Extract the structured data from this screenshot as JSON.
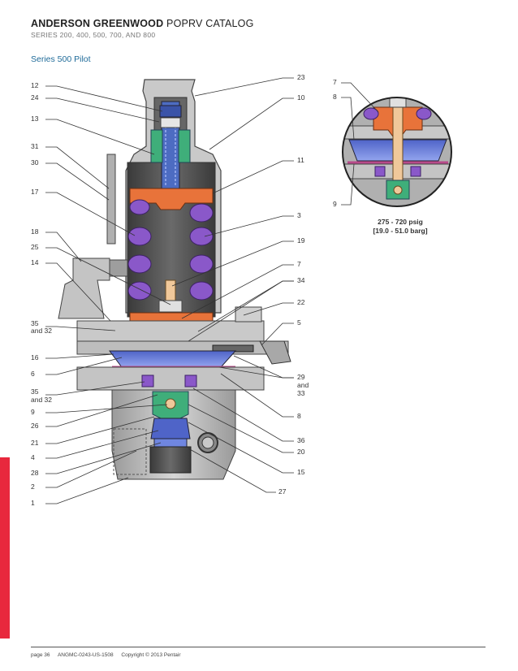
{
  "header": {
    "brand": "ANDERSON GREENWOOD",
    "catalog": "POPRV CATALOG",
    "subtitle": "SERIES 200, 400, 500, 700, AND 800"
  },
  "section_title": "Series 500 Pilot",
  "left_labels": [
    "12",
    "24",
    "13",
    "31",
    "30",
    "17",
    "18",
    "25",
    "14",
    "35",
    "and 32",
    "16",
    "6",
    "35",
    "and 32",
    "9",
    "26",
    "21",
    "4",
    "28",
    "2",
    "1"
  ],
  "right_labels": [
    "23",
    "10",
    "11",
    "3",
    "19",
    "7",
    "34",
    "22",
    "5",
    "29",
    "and",
    "33",
    "8",
    "36",
    "20",
    "15",
    "27"
  ],
  "detail_labels": [
    "7",
    "8",
    "9"
  ],
  "detail_caption": {
    "line1": "275 - 720 psig",
    "line2": "[19.0 - 51.0 barg]"
  },
  "footer": {
    "page": "page 36",
    "doc": "ANGMC-0243-US-1508",
    "copyright": "Copyright © 2013 Pentair"
  },
  "colors": {
    "accent_red": "#e8283d",
    "section_blue": "#1f6b99",
    "copper": "#e8733a",
    "spring_purple": "#8a58c9",
    "diaphragm_blue": "#6f86e0",
    "green_part": "#3fae7a",
    "body_gray": "#b8b8b8"
  }
}
